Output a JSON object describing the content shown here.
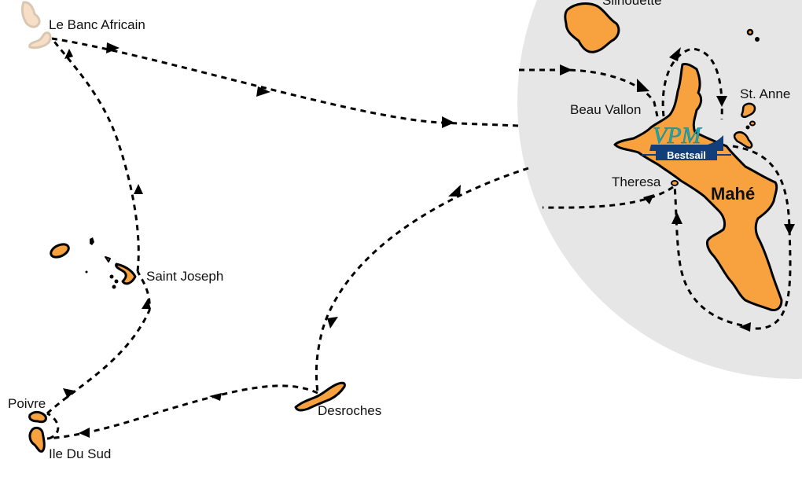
{
  "map": {
    "title": "Seychelles sailing route",
    "colors": {
      "island": "#f7a23f",
      "island_faded": "#f6dfc6",
      "highlight_zone": "#e6e6e6",
      "route": "#000000",
      "logo_teal": "#1aa7b0",
      "logo_navy": "#123f7a"
    },
    "places": {
      "le_banc_africain": "Le Banc Africain",
      "silhouette": "Silhouette",
      "beau_vallon": "Beau Vallon",
      "st_anne": "St. Anne",
      "theresa": "Theresa",
      "mahe": "Mahé",
      "saint_joseph": "Saint Joseph",
      "poivre": "Poivre",
      "ile_du_sud": "Ile Du Sud",
      "desroches": "Desroches"
    },
    "logo": {
      "brand": "VPM",
      "sub": "Bestsail"
    }
  }
}
